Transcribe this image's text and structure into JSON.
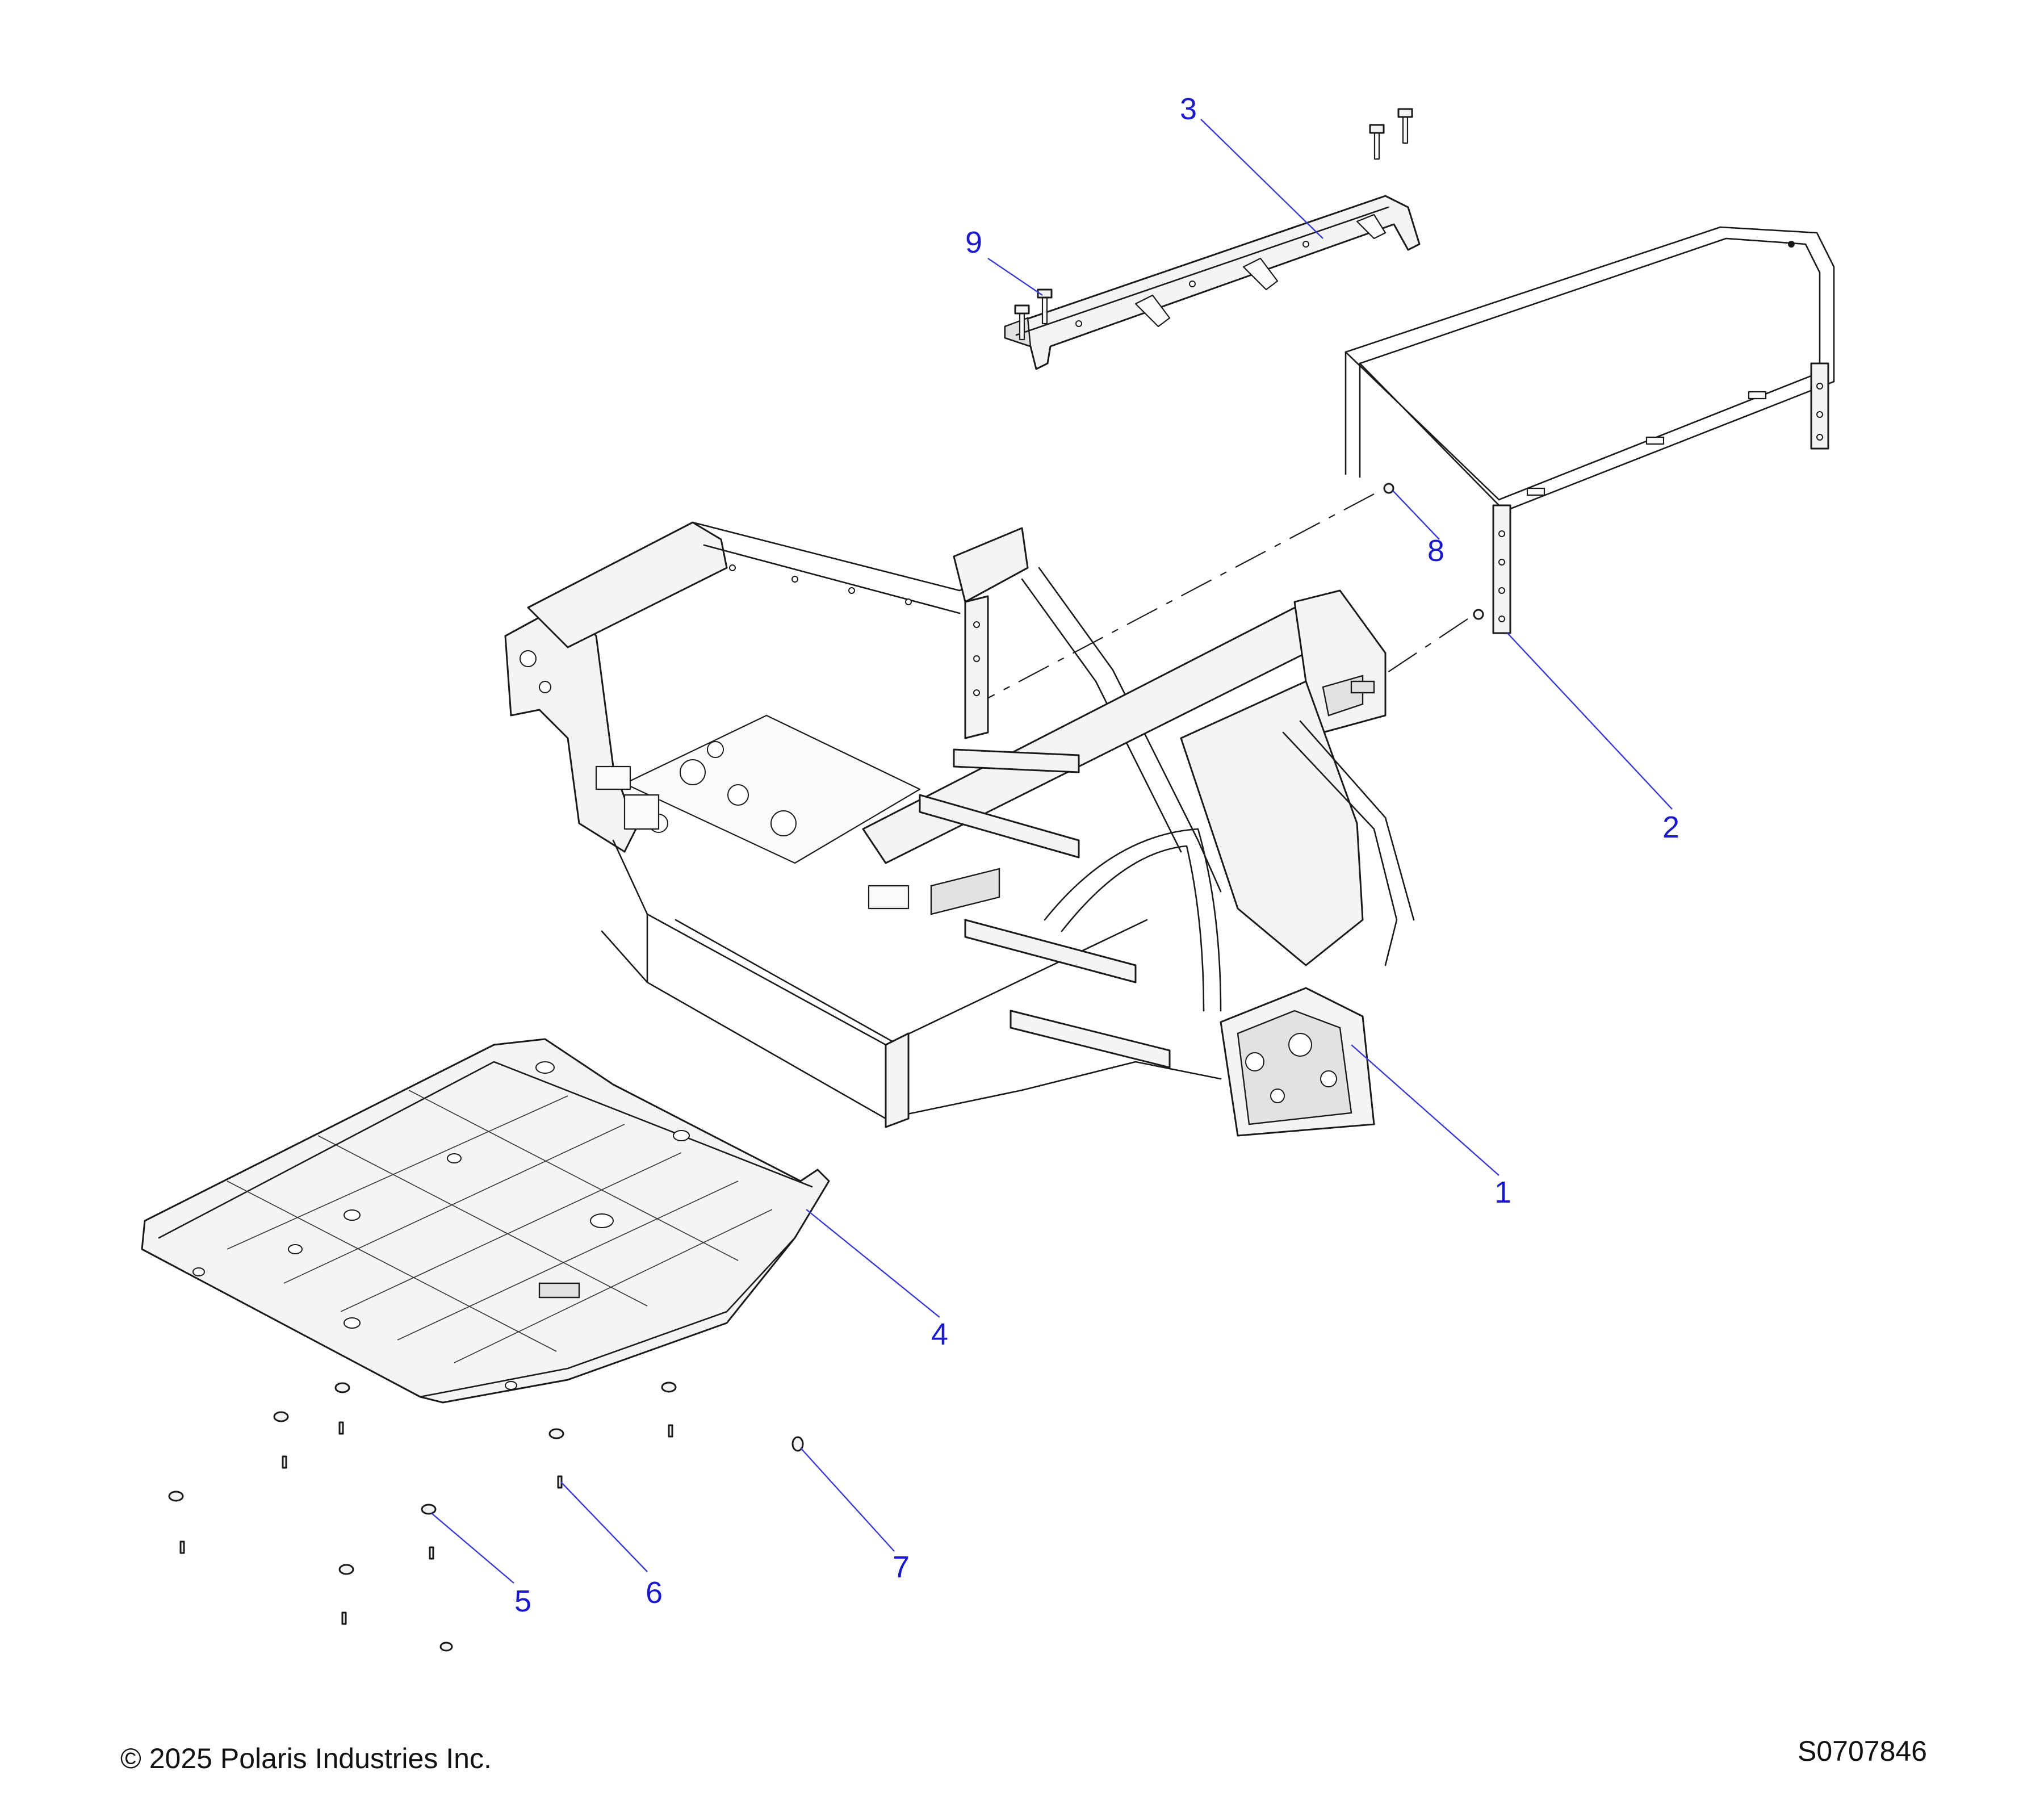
{
  "callouts": {
    "c1": "1",
    "c2": "2",
    "c3": "3",
    "c4": "4",
    "c5": "5",
    "c6": "6",
    "c7": "7",
    "c8": "8",
    "c9": "9"
  },
  "footer": {
    "copyright": "© 2025 Polaris Industries Inc.",
    "figure_id": "S0707846"
  },
  "colors": {
    "callout": "#1a1acc",
    "line": "#1a1a1a",
    "background": "#ffffff"
  }
}
